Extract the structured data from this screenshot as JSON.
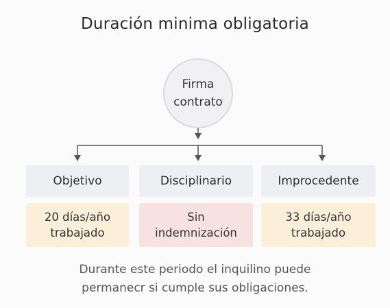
{
  "title": "Duración minima obligatoria",
  "root": {
    "line1": "Firma",
    "line2": "contrato"
  },
  "branches": [
    {
      "heading": "Objetivo",
      "result_line1": "20 días/año",
      "result_line2": "trabajado",
      "tone": "#fbefda"
    },
    {
      "heading": "Disciplinario",
      "result_line1": "Sin",
      "result_line2": "indemnización",
      "tone": "#f8e2e1"
    },
    {
      "heading": "Improcedente",
      "result_line1": "33 días/año",
      "result_line2": "trabajado",
      "tone": "#fbefda"
    }
  ],
  "footer": {
    "line1": "Durante este periodo el inquilino puede",
    "line2": "permanecr si cumple sus obligaciones."
  }
}
